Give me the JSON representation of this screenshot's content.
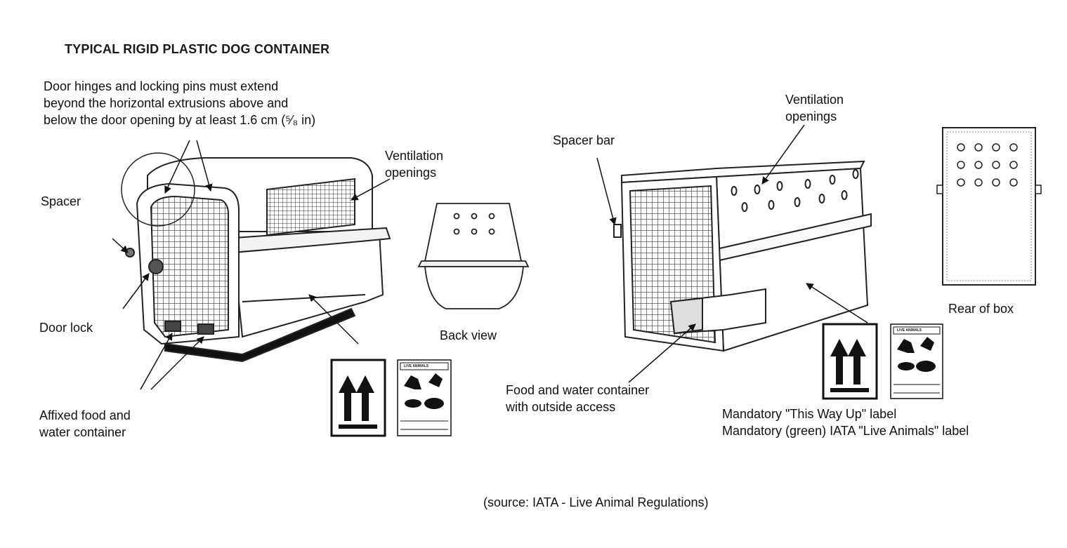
{
  "title": "TYPICAL RIGID PLASTIC DOG CONTAINER",
  "labels": {
    "hinges": [
      "Door hinges and locking pins must extend",
      "beyond the horizontal extrusions above and",
      "below the door opening by at least 1.6 cm (⁵⁄₈ in)"
    ],
    "ventilation_left": [
      "Ventilation",
      "openings"
    ],
    "spacer": "Spacer",
    "door_lock": "Door lock",
    "affixed_food": [
      "Affixed food and",
      "water container"
    ],
    "back_view": "Back view",
    "spacer_bar": "Spacer bar",
    "ventilation_right": [
      "Ventilation",
      "openings"
    ],
    "food_outside": [
      "Food and water container",
      "with outside access"
    ],
    "rear_of_box": "Rear of box",
    "mandatory": [
      "Mandatory \"This Way Up\" label",
      "Mandatory (green) IATA \"Live Animals\" label"
    ],
    "live_animals_tag": "LIVE ANIMALS"
  },
  "source": "(source: IATA - Live Animal Regulations)"
}
